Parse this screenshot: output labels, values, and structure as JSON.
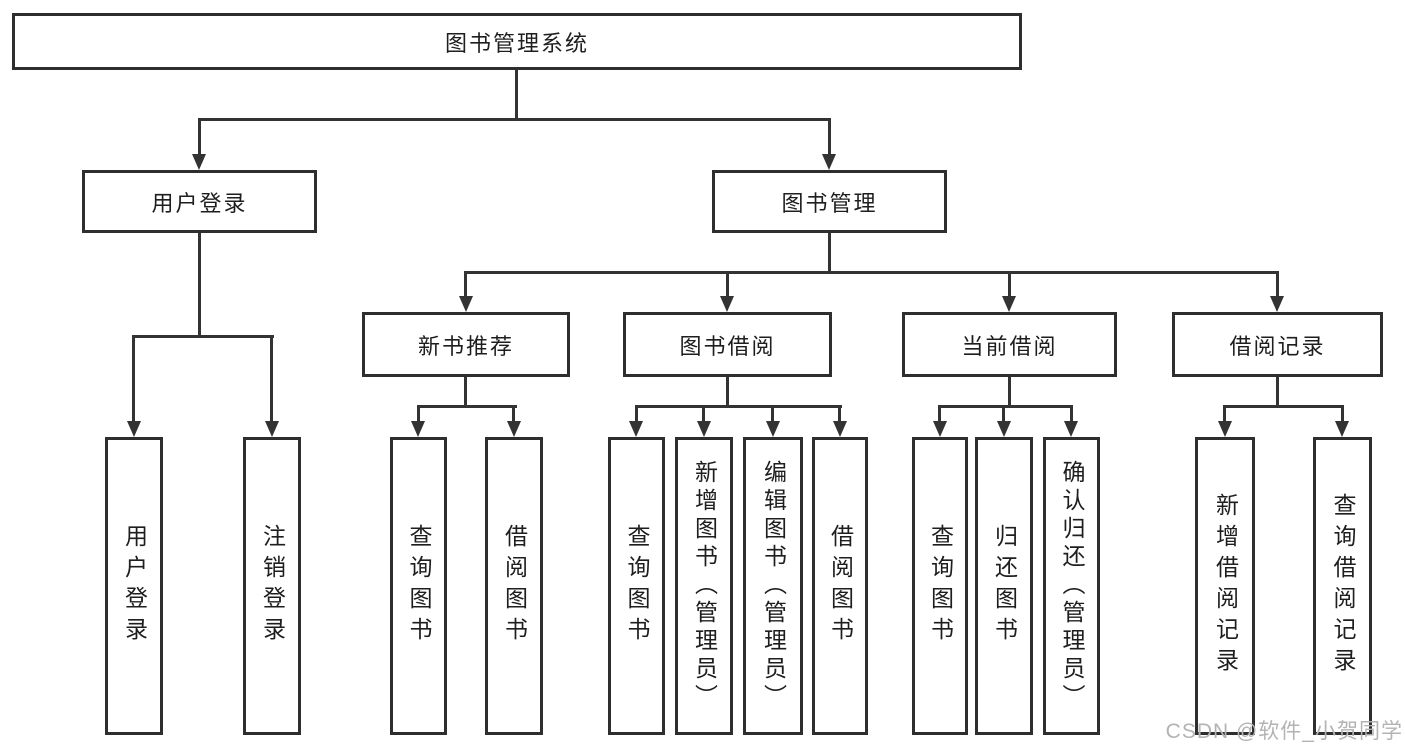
{
  "diagram": {
    "type": "hierarchy",
    "root": {
      "label": "图书管理系统"
    },
    "branches": [
      {
        "label": "用户登录",
        "children": [
          {
            "label": "用户登录"
          },
          {
            "label": "注销登录"
          }
        ]
      },
      {
        "label": "图书管理",
        "children": [
          {
            "label": "新书推荐",
            "children": [
              {
                "label": "查询图书"
              },
              {
                "label": "借阅图书"
              }
            ]
          },
          {
            "label": "图书借阅",
            "children": [
              {
                "label": "查询图书"
              },
              {
                "label": "新增图书（管理员）"
              },
              {
                "label": "编辑图书（管理员）"
              },
              {
                "label": "借阅图书"
              }
            ]
          },
          {
            "label": "当前借阅",
            "children": [
              {
                "label": "查询图书"
              },
              {
                "label": "归还图书"
              },
              {
                "label": "确认归还（管理员）"
              }
            ]
          },
          {
            "label": "借阅记录",
            "children": [
              {
                "label": "新增借阅记录"
              },
              {
                "label": "查询借阅记录"
              }
            ]
          }
        ]
      }
    ]
  },
  "watermark": "CSDN @软件_小贺同学",
  "colors": {
    "line": "#333333",
    "box_border": "#2e2e2e",
    "text": "#1e1e1e",
    "watermark": "#b3b3b3",
    "background": "#ffffff"
  }
}
